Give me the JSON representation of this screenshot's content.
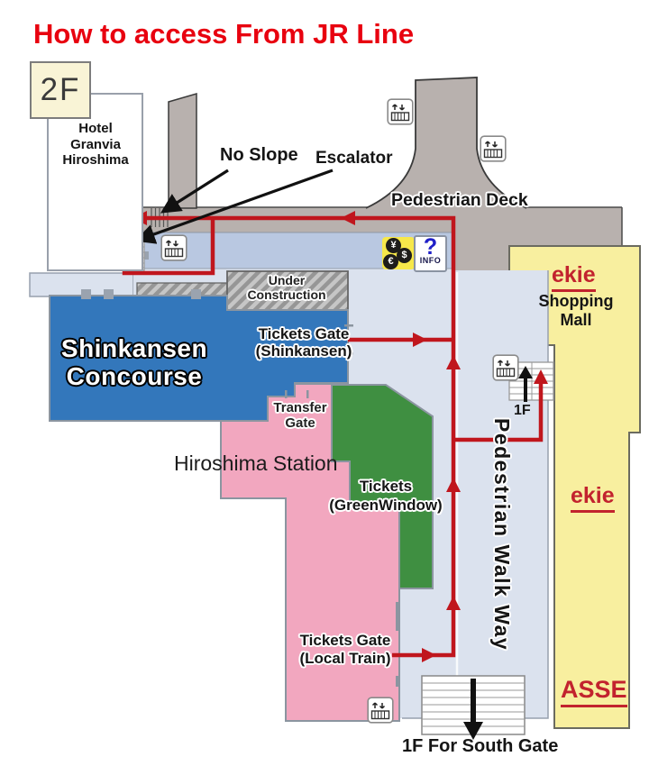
{
  "title": "How to access From JR Line",
  "badges": {
    "floor": "2F"
  },
  "hotel": {
    "lines": [
      "Hotel",
      "Granvia",
      "Hiroshima"
    ]
  },
  "callouts": {
    "no_slope": "No Slope",
    "escalator": "Escalator"
  },
  "areas": {
    "pedestrian_deck": "Pedestrian Deck",
    "under_construction": [
      "Under",
      "Construction"
    ],
    "shinkansen_concourse": [
      "Shinkansen",
      "Concourse"
    ],
    "tickets_gate_shinkansen": [
      "Tickets Gate",
      "(Shinkansen)"
    ],
    "transfer_gate": [
      "Transfer",
      "Gate"
    ],
    "hiroshima_station": "Hiroshima Station",
    "tickets_greenwindow": [
      "Tickets",
      "(GreenWindow)"
    ],
    "tickets_gate_local": [
      "Tickets Gate",
      "(Local Train)"
    ],
    "pedestrian_walkway": "Pedestrian Walk Way",
    "ekie_upper": "ekie",
    "shopping_mall": [
      "Shopping",
      "Mall"
    ],
    "ekie_lower": "ekie",
    "asse": "ASSE"
  },
  "stairs": {
    "ekie_level": "1F",
    "south_gate": "1F For South Gate"
  },
  "icons": {
    "currency_yen": "¥",
    "currency_dollar": "$",
    "currency_euro": "€",
    "info_question": "?",
    "info_label": "INFO"
  },
  "colors": {
    "title_red": "#e8000f",
    "route_red": "#c0161d",
    "ekie_red": "#c2232e",
    "shinkansen_blue": "#3377bb",
    "station_pink": "#f2a7bf",
    "greenwindow_green": "#3f8f41",
    "ekie_yellow": "#f8ef9f",
    "deck_gray": "#b8b1ae",
    "concourse_band": "#b9c8e1",
    "floor_blue": "#dbe2ee",
    "hotel_purple": "#5a3e92",
    "floor2_cream": "#f9f4d6"
  }
}
